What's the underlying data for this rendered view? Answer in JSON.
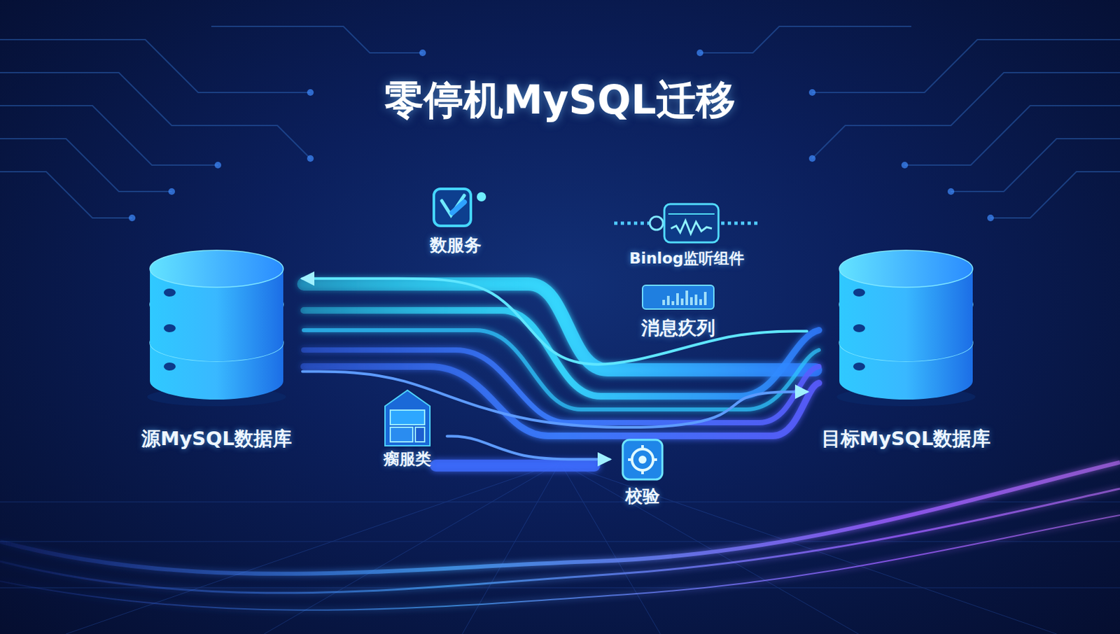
{
  "diagram": {
    "title": "零停机MySQL迁移",
    "nodes": [
      {
        "text": [
          "数服务"
        ]
      },
      {
        "text": [
          "Binlog监听组件"
        ]
      },
      {
        "text": [
          "源MySQL数据库"
        ]
      },
      {
        "text": [
          "消息疚列"
        ]
      },
      {
        "text": [
          "目标MySQL数据库"
        ]
      },
      {
        "text": [
          "瘸服类"
        ]
      },
      {
        "text": [
          "校验"
        ]
      }
    ],
    "edges": [
      {
        "from": 2,
        "to": 4,
        "arrow": "to"
      },
      {
        "from": 4,
        "to": 2,
        "arrow": "to"
      },
      {
        "from": 5,
        "to": 6,
        "arrow": "to"
      }
    ]
  }
}
